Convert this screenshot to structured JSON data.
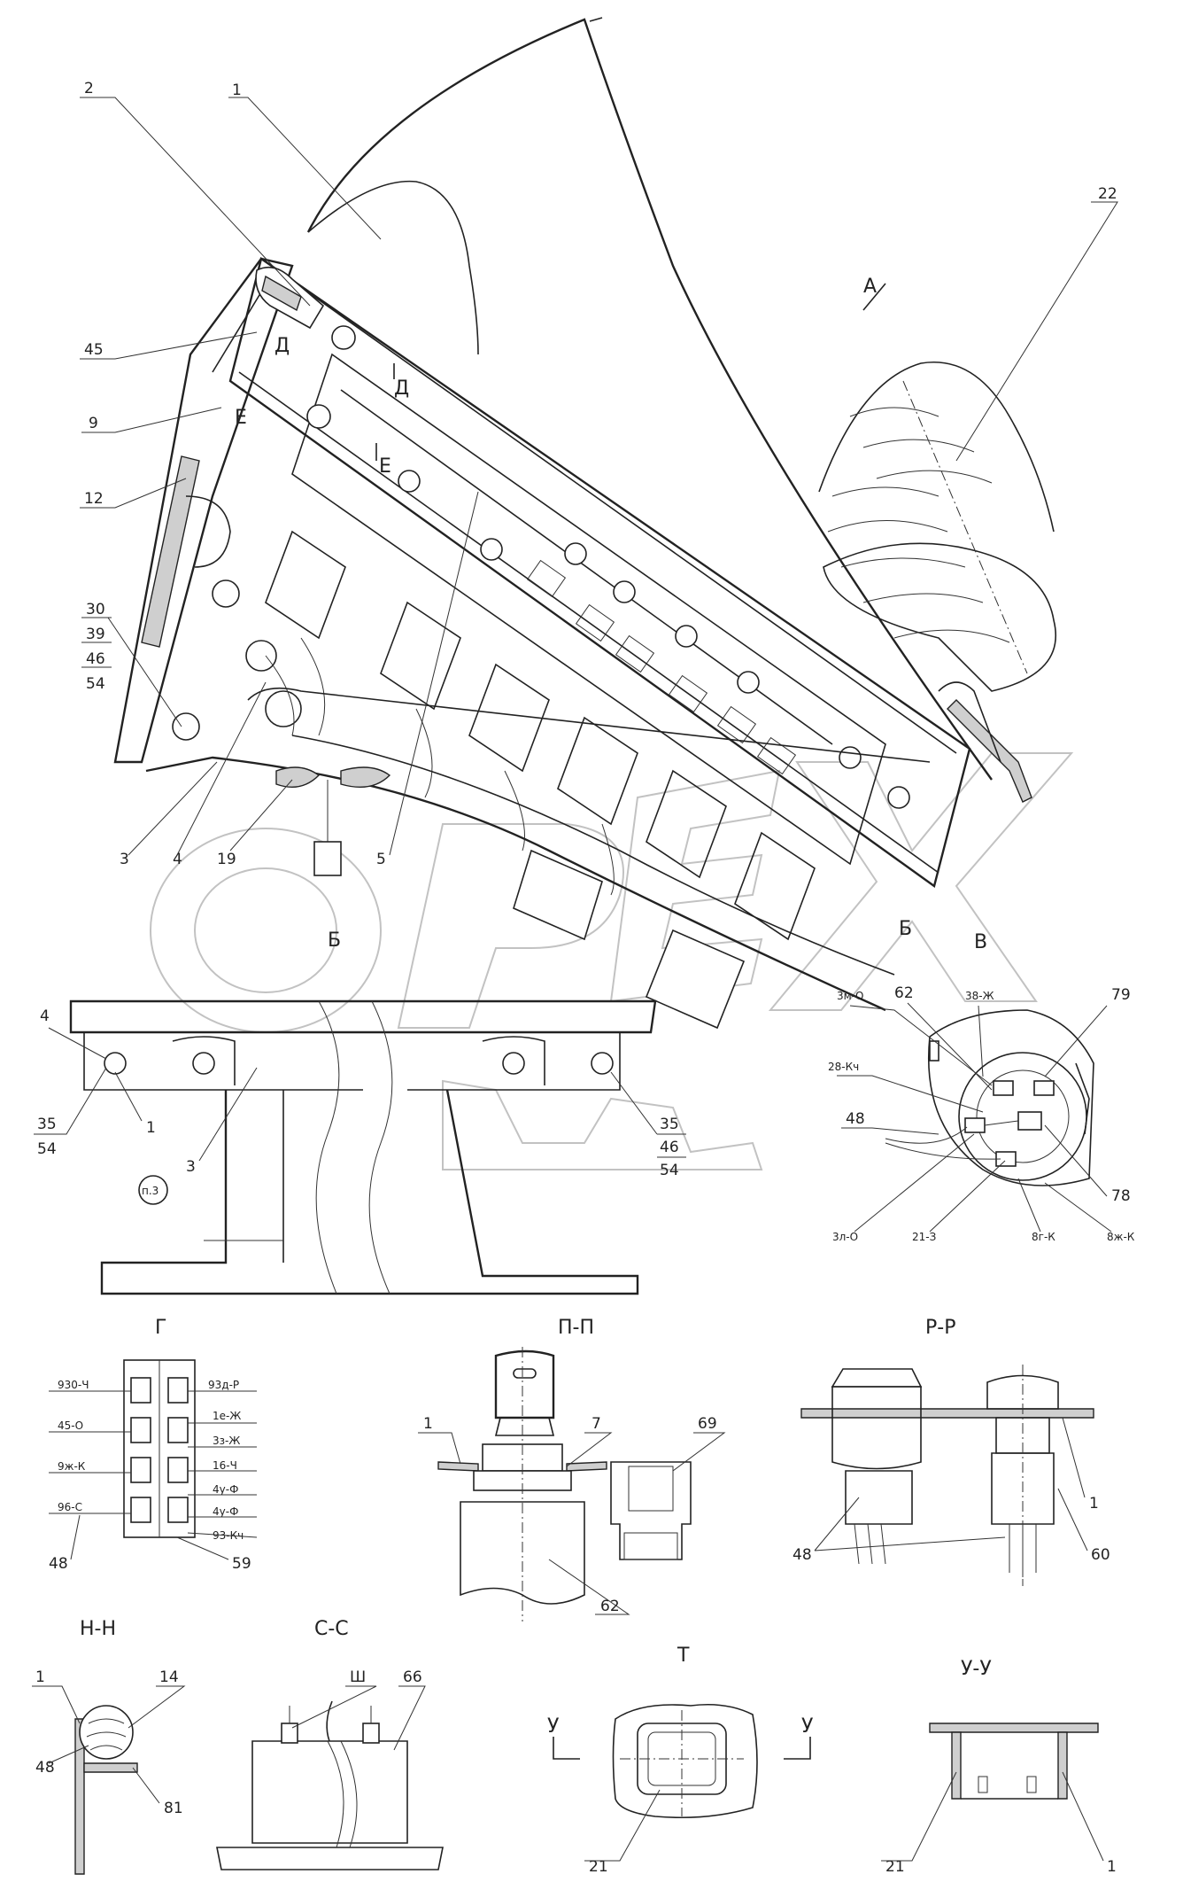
{
  "views": {
    "A": "А",
    "B": "Б",
    "V": "В",
    "G": "Г",
    "PP": "П-П",
    "RR": "Р-Р",
    "NN": "Н-Н",
    "SS": "С-С",
    "T": "Т",
    "UU": "У-У",
    "D": "Д",
    "E": "Е",
    "U": "У",
    "Sh": "Ш"
  },
  "callouts": {
    "c1": "1",
    "c2": "2",
    "c3": "3",
    "c4": "4",
    "c5": "5",
    "c7": "7",
    "c9": "9",
    "c12": "12",
    "c14": "14",
    "c19": "19",
    "c21": "21",
    "c22": "22",
    "c30": "30",
    "c35": "35",
    "c39": "39",
    "c45": "45",
    "c46": "46",
    "c48": "48",
    "c54": "54",
    "c59": "59",
    "c60": "60",
    "c62": "62",
    "c66": "66",
    "c69": "69",
    "c78": "78",
    "c79": "79",
    "c81": "81",
    "p3": "п.3"
  },
  "wires_v": {
    "w3m": "3м-О",
    "w38": "38-Ж",
    "w28": "28-Кч",
    "w3l": "3л-О",
    "w21": "21-З",
    "w8g": "8г-К",
    "w8zh": "8ж-К"
  },
  "wires_g": {
    "l1": "930-Ч",
    "l2": "45-О",
    "l3": "9ж-К",
    "l4": "96-С",
    "r1": "93д-Р",
    "r2": "1е-Ж",
    "r3": "3з-Ж",
    "r4": "16-Ч",
    "r5": "4у-Ф",
    "r6": "4у-Ф",
    "r7": "93-Кч"
  },
  "watermark": "ОРЕХ"
}
